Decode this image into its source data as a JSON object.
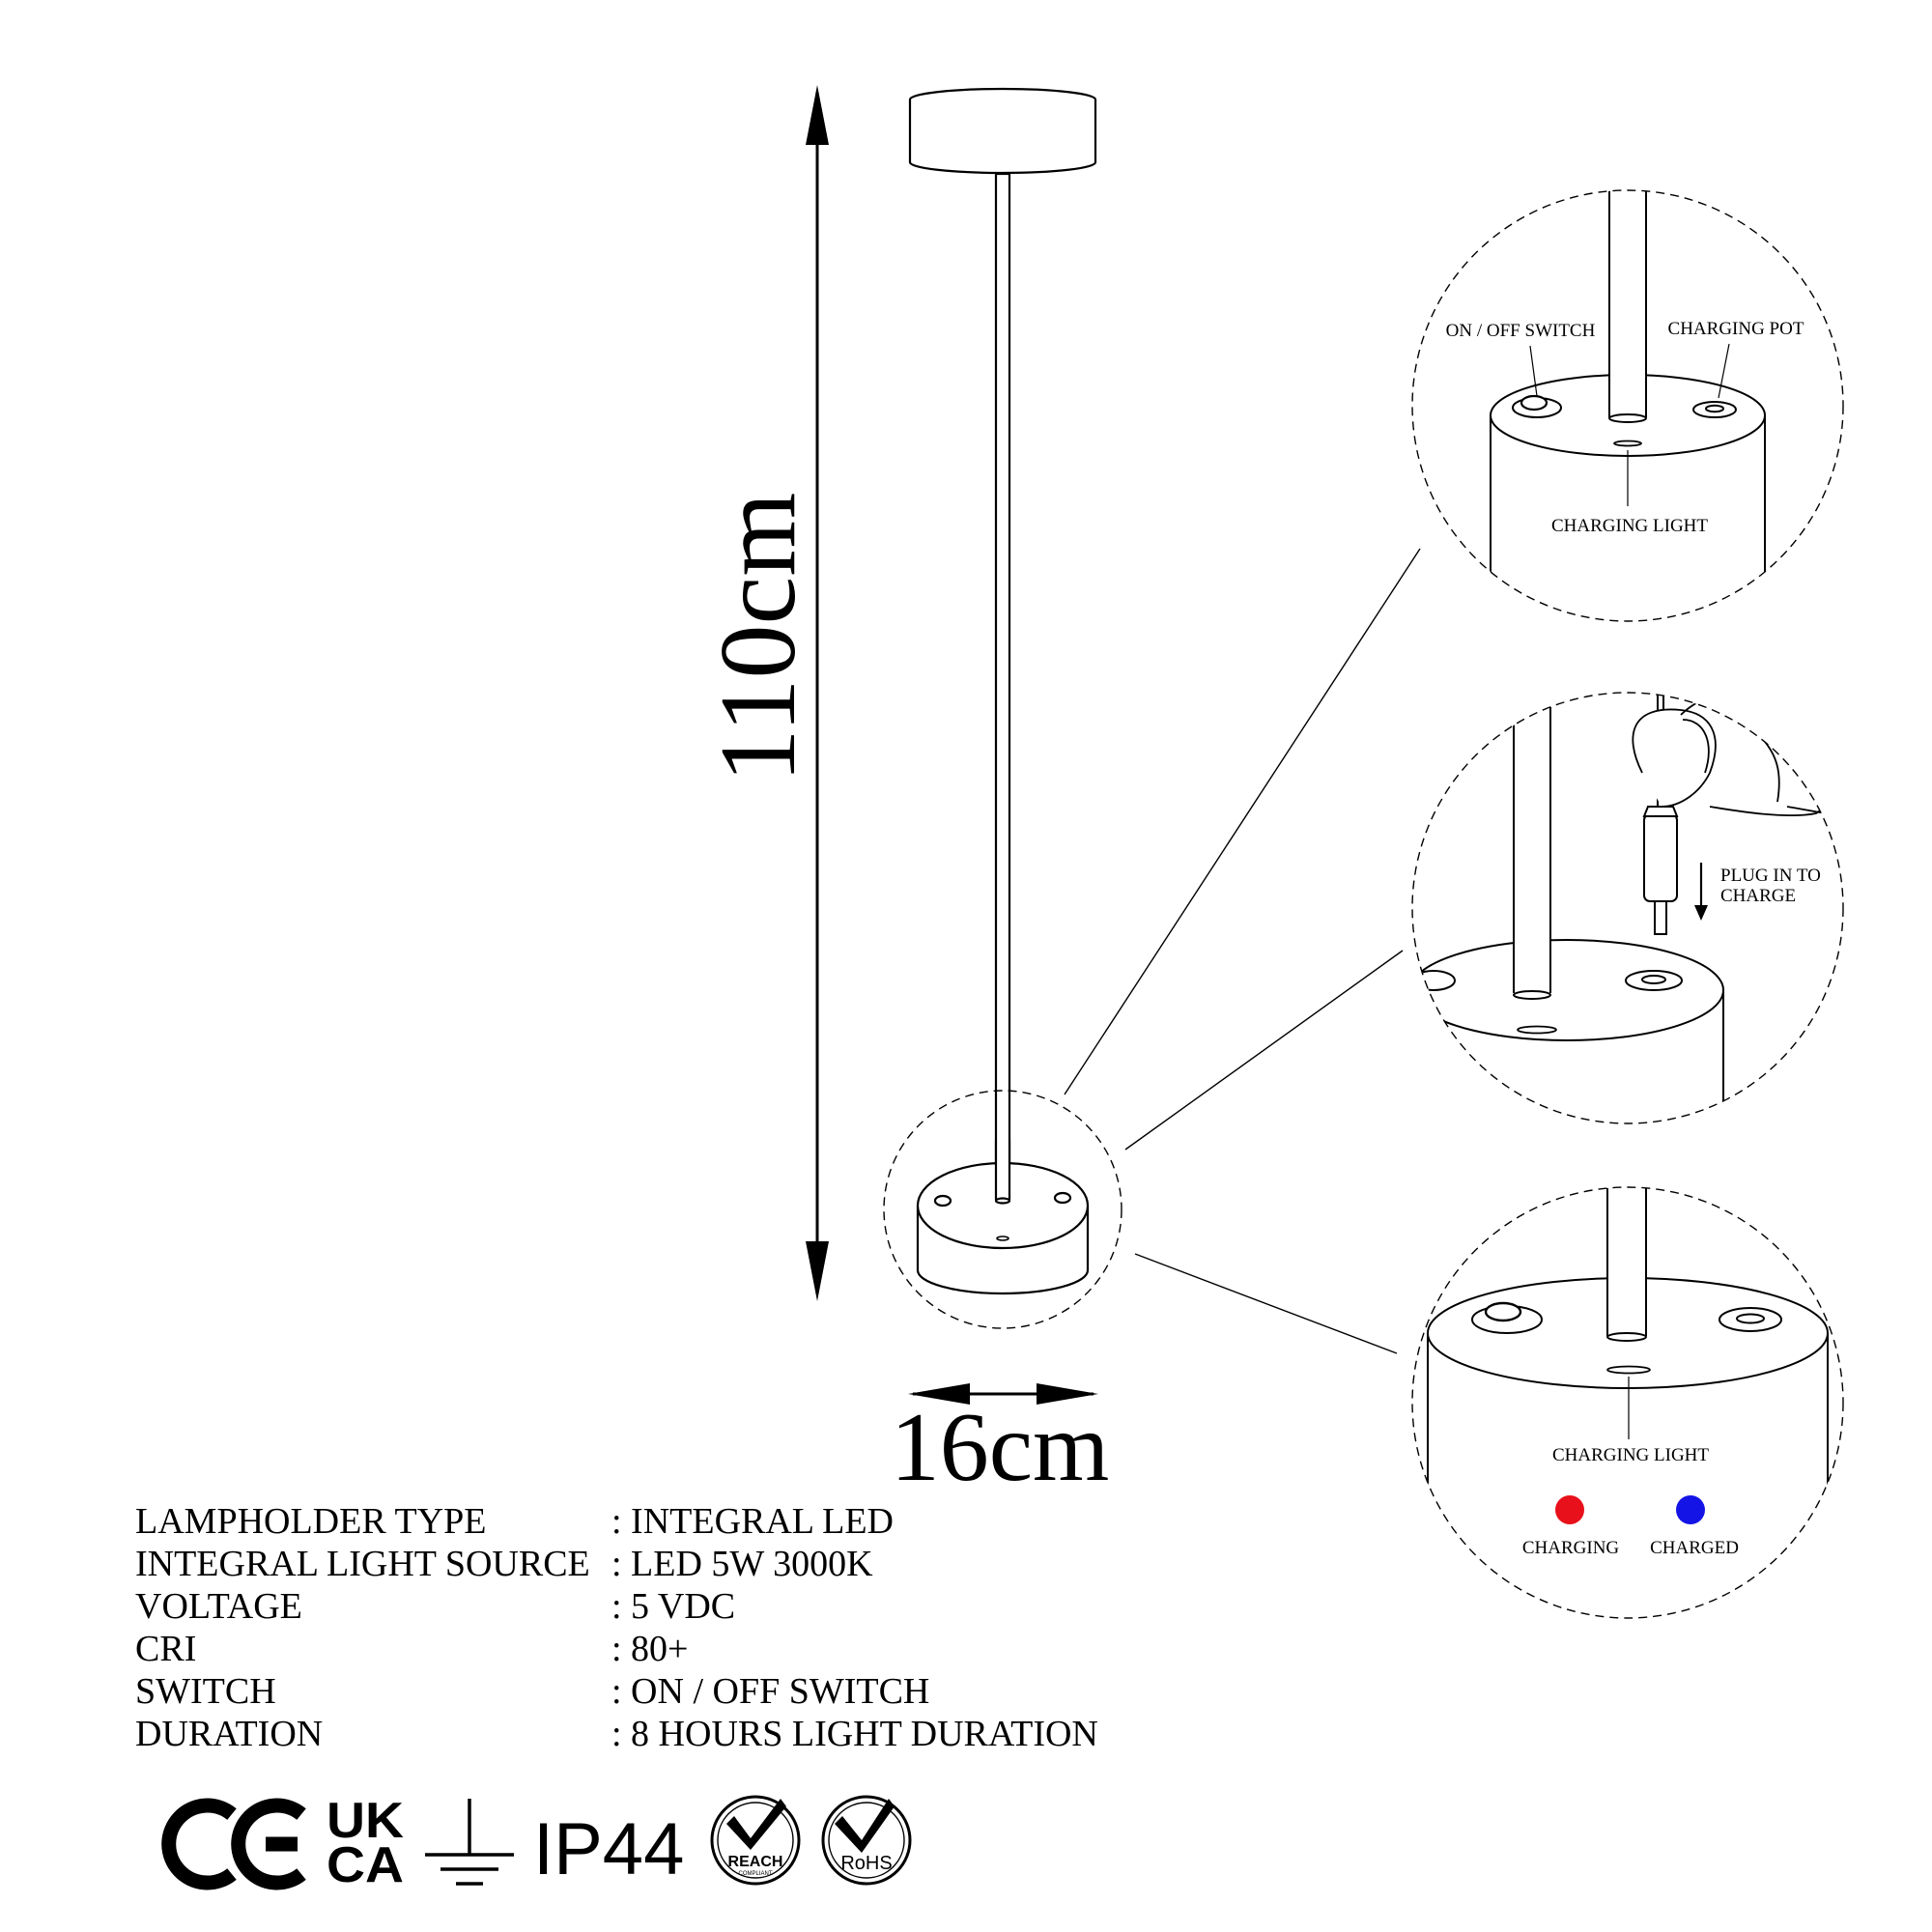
{
  "dimensions": {
    "height_label": "110cm",
    "width_label": "16cm"
  },
  "callouts": {
    "top": {
      "switch_label": "ON / OFF SWITCH",
      "port_label": "CHARGING POT",
      "light_label": "CHARGING LIGHT"
    },
    "middle": {
      "plug_label_line1": "PLUG IN TO",
      "plug_label_line2": "CHARGE"
    },
    "bottom": {
      "light_label": "CHARGING LIGHT",
      "charging_label": "CHARGING",
      "charged_label": "CHARGED",
      "charging_color": "#e8101a",
      "charged_color": "#1414e6"
    }
  },
  "specs": [
    {
      "key": "LAMPHOLDER TYPE",
      "value": ": INTEGRAL LED"
    },
    {
      "key": "INTEGRAL LIGHT SOURCE",
      "value": ": LED 5W 3000K"
    },
    {
      "key": "VOLTAGE",
      "value": ": 5 VDC"
    },
    {
      "key": "CRI",
      "value": ": 80+"
    },
    {
      "key": "SWITCH",
      "value": ": ON / OFF SWITCH"
    },
    {
      "key": "DURATION",
      "value": ": 8 HOURS LIGHT DURATION"
    }
  ],
  "certifications": {
    "ce": "CE",
    "ukca_line1": "UK",
    "ukca_line2": "CA",
    "ground_icon": "earth-ground-icon",
    "ip": "IP44",
    "reach": "REACH",
    "reach_sub": "COMPLIANT",
    "rohs": "RoHS"
  }
}
